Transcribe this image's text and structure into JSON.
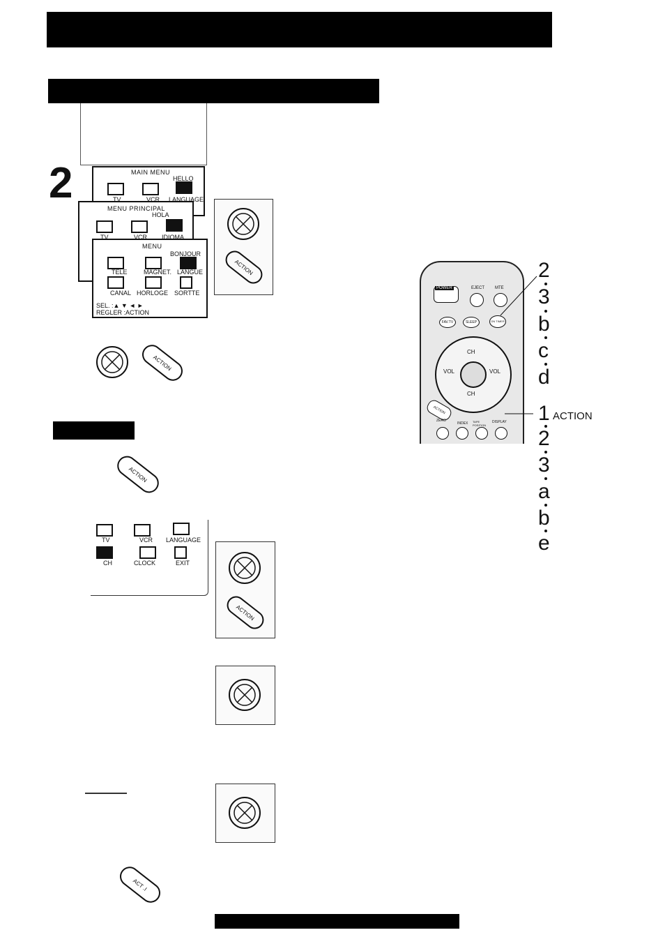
{
  "step_number": "2",
  "main_menu": {
    "title": "MAIN MENU",
    "greeting": "HELLO",
    "items": [
      "TV",
      "VCR",
      "LANGUAGE"
    ]
  },
  "spanish_menu": {
    "title": "MENU PRINCIPAL",
    "greeting": "HOLA",
    "items": [
      "TV",
      "VCR",
      "IDIOMA"
    ]
  },
  "french_menu": {
    "title": "MENU",
    "greeting": "BONJOUR",
    "items": [
      "TELE",
      "MAGNET.",
      "LANGUE",
      "CANAL",
      "HORLOGE",
      "SORTTE"
    ],
    "footer_sel": "SEL.   :▲ ▼ ◄ ►",
    "footer_set": "REGLER :ACTION"
  },
  "partial_menu": {
    "items": [
      "TV",
      "VCR",
      "LANGUAGE",
      "CH",
      "CLOCK",
      "EXIT"
    ]
  },
  "action_button_label": "ACTION",
  "action_button_partial_label": "ACT .I",
  "remote": {
    "buttons": {
      "power": "POWER",
      "eject": "EJECT",
      "mute": "MTE",
      "fav": "FAV.TV",
      "sleep": "SLEEP",
      "on_timer": "ON TIMER",
      "ch": "CH",
      "vol_minus": "VOL",
      "vol_plus": "VOL",
      "ch_down": "CH",
      "action": "ACTION",
      "zero": "ZERO",
      "index": "INDEX",
      "tape_position": "TAPE POSITION",
      "display": "DISPLAY"
    }
  },
  "callouts": {
    "right_top": [
      "2",
      "3",
      "b",
      "c",
      "d"
    ],
    "right_bottom": [
      "1",
      "2",
      "3",
      "a",
      "b",
      "e"
    ],
    "action_label": "ACTION"
  }
}
